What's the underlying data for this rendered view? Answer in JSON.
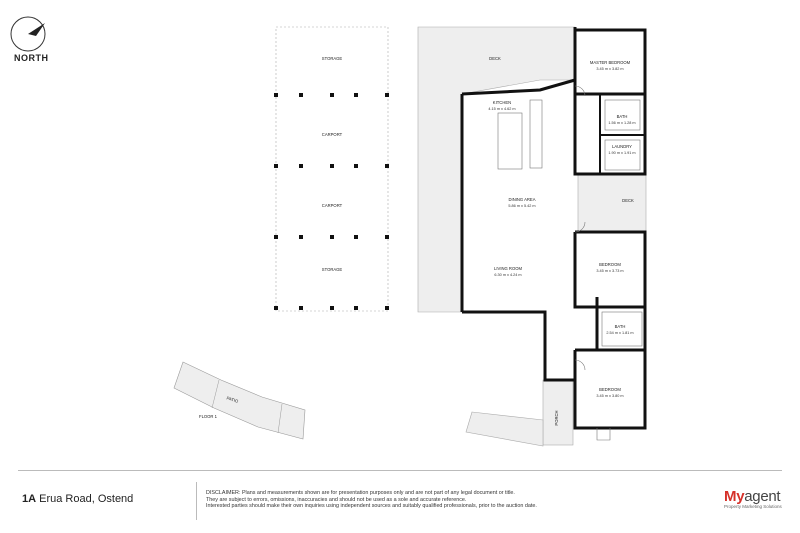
{
  "compass": {
    "label": "NORTH"
  },
  "plan": {
    "rooms": {
      "storage_top": "STORAGE",
      "carport_1": "CARPORT",
      "carport_2": "CARPORT",
      "storage_bottom": "STORAGE",
      "deck_top": "DECK",
      "master_bedroom": {
        "name": "MASTER BEDROOM",
        "size": "3.45 m x 3.82 m"
      },
      "bath_1": {
        "name": "BATH",
        "size": "1.56 m x 1.28 m"
      },
      "laundry": {
        "name": "LAUNDRY",
        "size": "1.90 m x 1.91 m"
      },
      "kitchen": {
        "name": "KITCHEN",
        "size": "4.15 m x 4.62 m"
      },
      "dining": {
        "name": "DINING AREA",
        "size": "5.86 m x 5.42 m"
      },
      "deck_right": "DECK",
      "living": {
        "name": "LIVING ROOM",
        "size": "6.30 m x 4.24 m"
      },
      "bedroom_1": {
        "name": "BEDROOM",
        "size": "3.45 m x 3.73 m"
      },
      "bath_2": {
        "name": "BATH",
        "size": "2.54 m x 1.81 m"
      },
      "bedroom_2": {
        "name": "BEDROOM",
        "size": "3.45 m x 3.80 m"
      },
      "porch": "PORCH",
      "patio": "PATIO"
    },
    "floor_label": "FLOOR 1"
  },
  "footer": {
    "address_bold": "1A",
    "address_rest": "Erua Road, Ostend",
    "disclaimer_1": "DISCLAIMER: Plans and measurements shown are for presentation purposes only and are not part of any legal document or title.",
    "disclaimer_2": "They are subject to errors, omissions, inaccuracies and should not be used as a sole and accurate reference.",
    "disclaimer_3": "Interested parties should make their own inquiries using independent sources and suitably qualified professionals, prior to the auction date.",
    "brand_my": "My",
    "brand_agent": "agent",
    "brand_tagline": "Property Marketing Solutions"
  },
  "colors": {
    "wall": "#111111",
    "floor": "#ffffff",
    "deck": "#eeeeee",
    "thin": "#777777"
  }
}
